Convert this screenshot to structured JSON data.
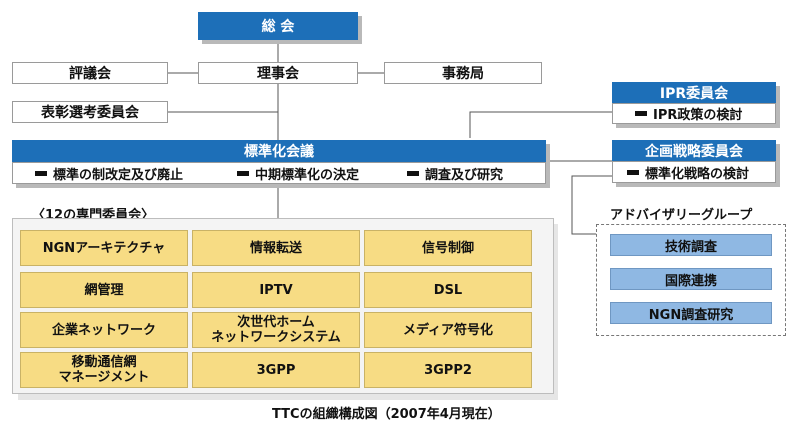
{
  "top": {
    "general_meeting": "総 会"
  },
  "row2": {
    "council": "評議会",
    "board": "理事会",
    "secretariat": "事務局"
  },
  "award_committee": "表彰選考委員会",
  "ipr": {
    "title": "IPR委員会",
    "item": "IPR政策の検討"
  },
  "standardization": {
    "title": "標準化会議",
    "items": [
      "標準の制改定及び廃止",
      "中期標準化の決定",
      "調査及び研究"
    ]
  },
  "planning": {
    "title": "企画戦略委員会",
    "item": "標準化戦略の検討"
  },
  "committees_heading": "〈12の専門委員会〉",
  "committees": [
    "NGNアーキテクチャ",
    "情報転送",
    "信号制御",
    "網管理",
    "IPTV",
    "DSL",
    "企業ネットワーク",
    "次世代ホーム\nネットワークシステム",
    "メディア符号化",
    "移動通信網\nマネージメント",
    "3GPP",
    "3GPP2"
  ],
  "advisory": {
    "title": "アドバイザリーグループ",
    "items": [
      "技術調査",
      "国際連携",
      "NGN調査研究"
    ]
  },
  "caption": "TTCの組織構成図（2007年4月現在）",
  "colors": {
    "header_blue": "#1d6fb8",
    "committee_yellow": "#f7dc84",
    "advisory_blue": "#8fb8e3"
  }
}
